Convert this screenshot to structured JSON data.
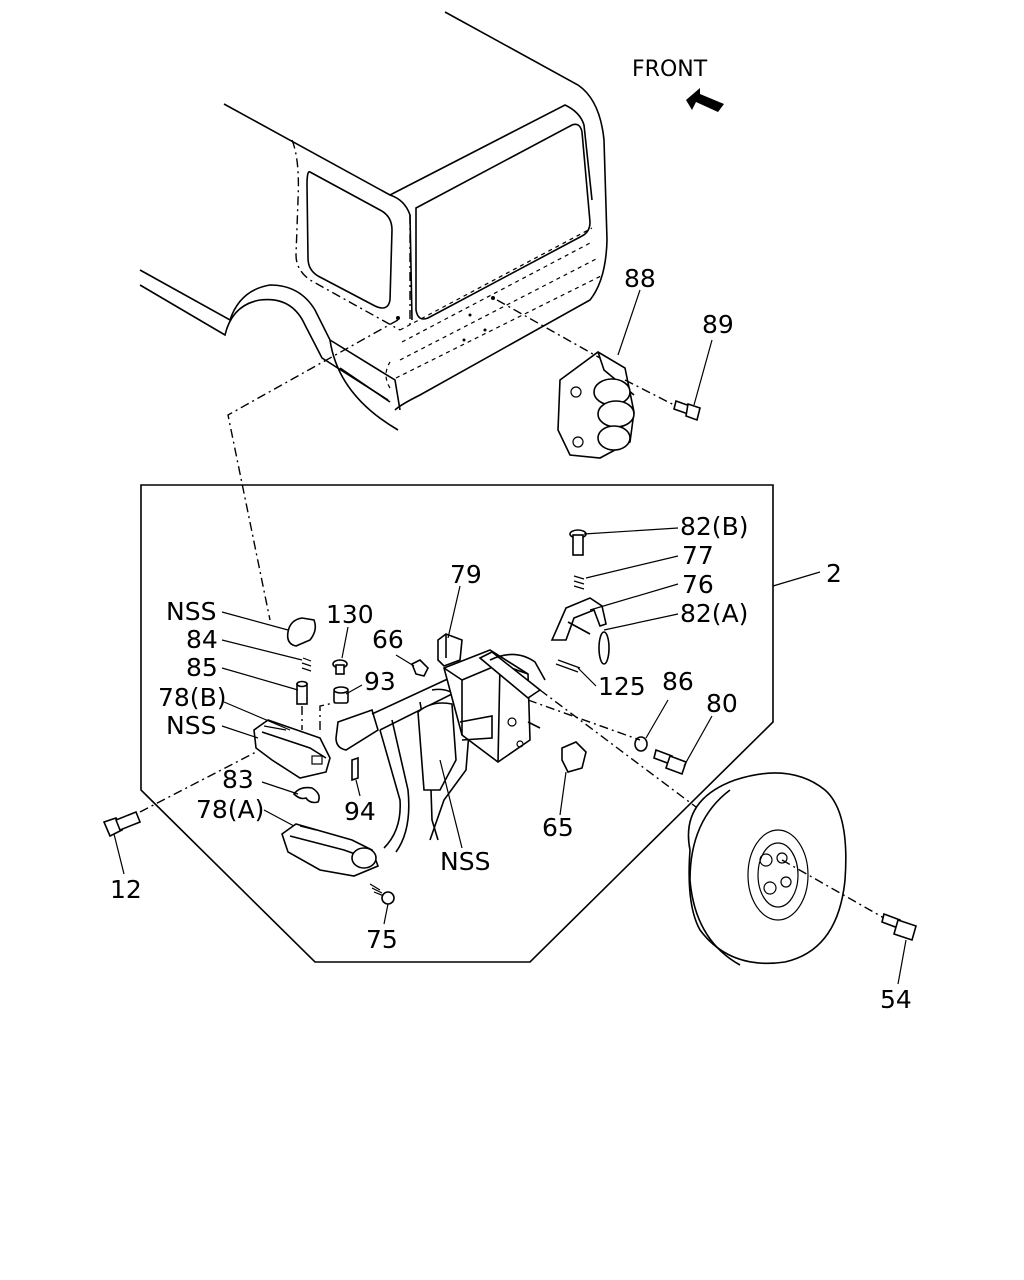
{
  "diagram": {
    "front_label": "FRONT",
    "callouts": {
      "c88": "88",
      "c89": "89",
      "c82b": "82(B)",
      "c77": "77",
      "c76": "76",
      "c82a": "82(A)",
      "c2": "2",
      "c79": "79",
      "c130": "130",
      "c66": "66",
      "c93": "93",
      "nss1": "NSS",
      "c84": "84",
      "c85": "85",
      "c78b": "78(B)",
      "nss2": "NSS",
      "c125": "125",
      "c86": "86",
      "c80": "80",
      "c83": "83",
      "c78a": "78(A)",
      "c94": "94",
      "c65": "65",
      "nss3": "NSS",
      "c12": "12",
      "c75": "75",
      "c54": "54"
    }
  }
}
